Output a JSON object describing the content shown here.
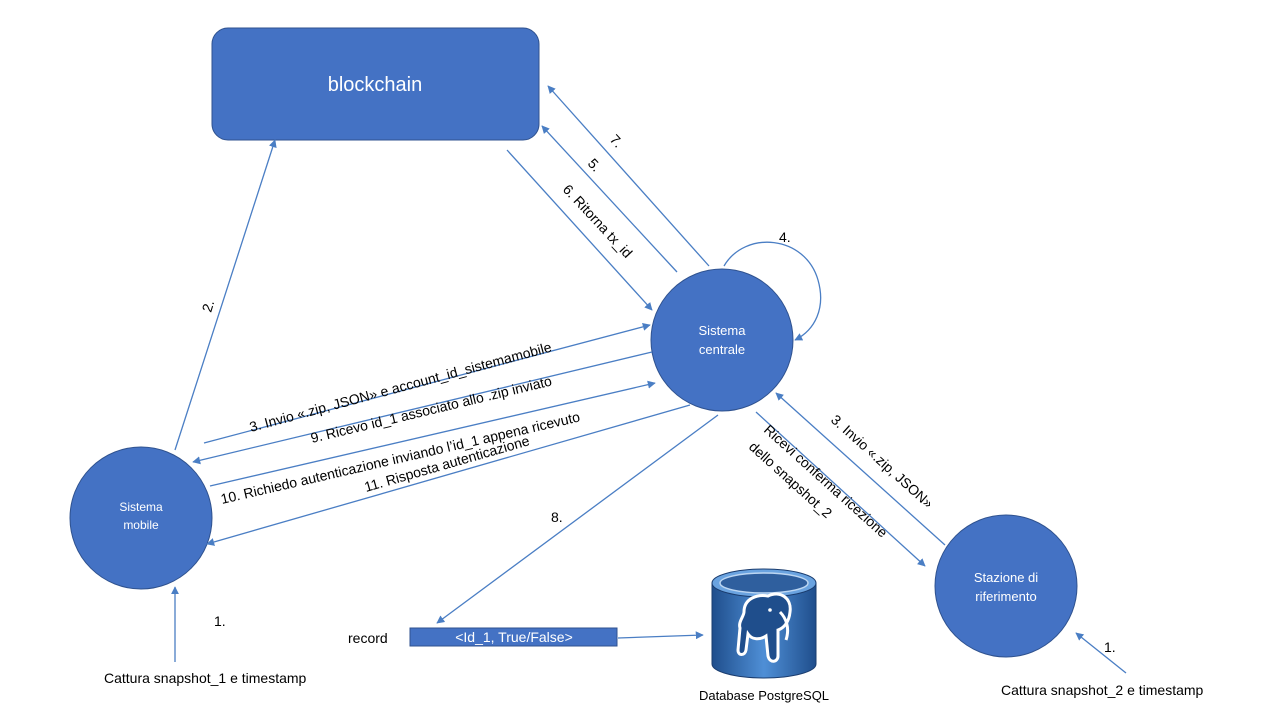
{
  "nodes": {
    "blockchain": "blockchain",
    "central": [
      "Sistema",
      "centrale"
    ],
    "mobile": [
      "Sistema",
      "mobile"
    ],
    "station": [
      "Stazione di",
      "riferimento"
    ]
  },
  "labels": {
    "step2": "2.",
    "step3_mobile": "3. Invio «.zip, JSON» e account_id_sistemamobile",
    "step9": "9. Ricevo id_1 associato allo .zip inviato",
    "step10": "10. Richiedo autenticazione inviando l’id_1 appena ricevuto",
    "step11": "11. Risposta autenticazione",
    "step4": "4.",
    "step5": "5.",
    "step6": "6. Ritorna tx_id",
    "step7": "7.",
    "step8": "8.",
    "step3_station": "3. Invio «.zip, JSON»",
    "confirm_line1": "Ricevi conferma ricezione",
    "confirm_line2": "dello snapshot_2",
    "step1_mobile": "1.",
    "step1_station": "1.",
    "capture1": "Cattura snapshot_1 e timestamp",
    "capture2": "Cattura snapshot_2 e timestamp"
  },
  "record": {
    "label": "record",
    "value": "<Id_1, True/False>"
  },
  "database": {
    "label": "Database PostgreSQL",
    "icon": "postgresql-elephant-icon"
  },
  "colors": {
    "node_fill": "#4472c4",
    "node_stroke": "#2f528f",
    "arrow": "#4a7ec4"
  }
}
